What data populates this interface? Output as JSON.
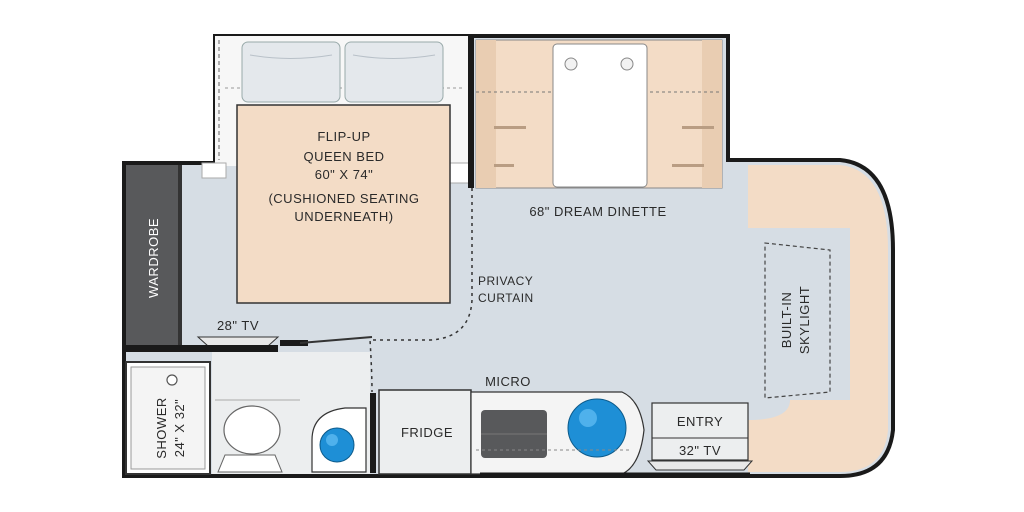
{
  "labels": {
    "bed_line1": "FLIP-UP",
    "bed_line2": "QUEEN BED",
    "bed_line3": "60\" X 74\"",
    "bed_line4": "(CUSHIONED SEATING",
    "bed_line5": "UNDERNEATH)",
    "dinette": "68\" DREAM DINETTE",
    "wardrobe": "WARDROBE",
    "privacy_line1": "PRIVACY",
    "privacy_line2": "CURTAIN",
    "tv_bedroom": "28\" TV",
    "skylight_line1": "BUILT-IN",
    "skylight_line2": "SKYLIGHT",
    "micro": "MICRO",
    "fridge": "FRIDGE",
    "entry": "ENTRY",
    "tv_entry": "32\" TV",
    "shower_line1": "SHOWER",
    "shower_line2": "24\" X 32\""
  },
  "colors": {
    "floor": "#d6dde4",
    "wall": "#1a1a1a",
    "cushion": "#f3dcc6",
    "cabinet": "#eceeef",
    "dark_panel": "#58595b",
    "sink_blue": "#1e8fd6"
  }
}
